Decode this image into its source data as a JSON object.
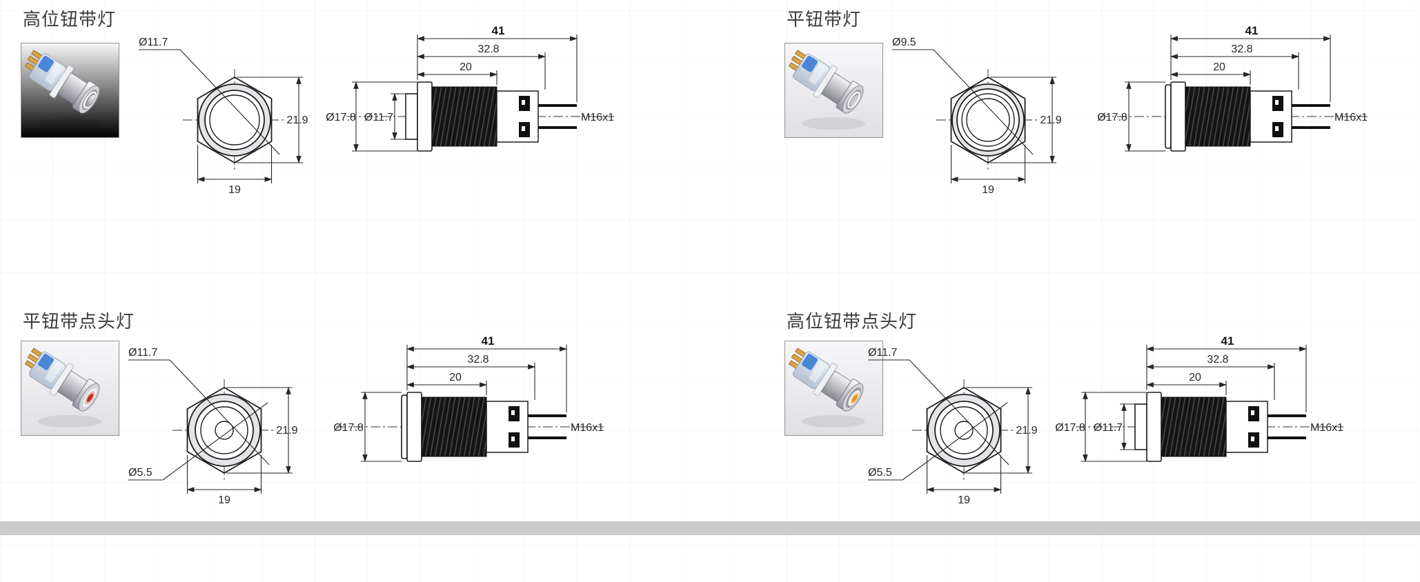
{
  "panels": [
    {
      "title": "高位钮带灯",
      "photo": {
        "style": "high-button",
        "led": "ring",
        "accent_color": "#3b7bd4"
      },
      "front": {
        "dia": "Ø11.7",
        "height": "21.9",
        "width": "19"
      },
      "side": {
        "overall": "41",
        "body": "32.8",
        "thread_len": "20",
        "flange_dia": "Ø17.8",
        "cap_dia": "Ø11.7",
        "thread_spec": "M16x1"
      }
    },
    {
      "title": "平钮带灯",
      "photo": {
        "style": "flat-button",
        "led": "ring",
        "accent_color": "#3b7bd4"
      },
      "front": {
        "dia": "Ø9.5",
        "height": "21.9",
        "width": "19"
      },
      "side": {
        "overall": "41",
        "body": "32.8",
        "thread_len": "20",
        "flange_dia": "Ø17.8",
        "thread_spec": "M16x1"
      }
    },
    {
      "title": "平钮带点头灯",
      "photo": {
        "style": "flat-button",
        "led": "dot",
        "dot_color": "#c8281c",
        "accent_color": "#3b7bd4"
      },
      "front": {
        "dia": "Ø11.7",
        "dot_dia": "Ø5.5",
        "height": "21.9",
        "width": "19"
      },
      "side": {
        "overall": "41",
        "body": "32.8",
        "thread_len": "20",
        "flange_dia": "Ø17.8",
        "thread_spec": "M16x1"
      }
    },
    {
      "title": "高位钮带点头灯",
      "photo": {
        "style": "high-button",
        "led": "dot",
        "dot_color": "#e8960f",
        "accent_color": "#3b7bd4"
      },
      "front": {
        "dia": "Ø11.7",
        "dot_dia": "Ø5.5",
        "height": "21.9",
        "width": "19"
      },
      "side": {
        "overall": "41",
        "body": "32.8",
        "thread_len": "20",
        "flange_dia": "Ø17.8",
        "cap_dia": "Ø11.7",
        "thread_spec": "M16x1"
      }
    }
  ]
}
